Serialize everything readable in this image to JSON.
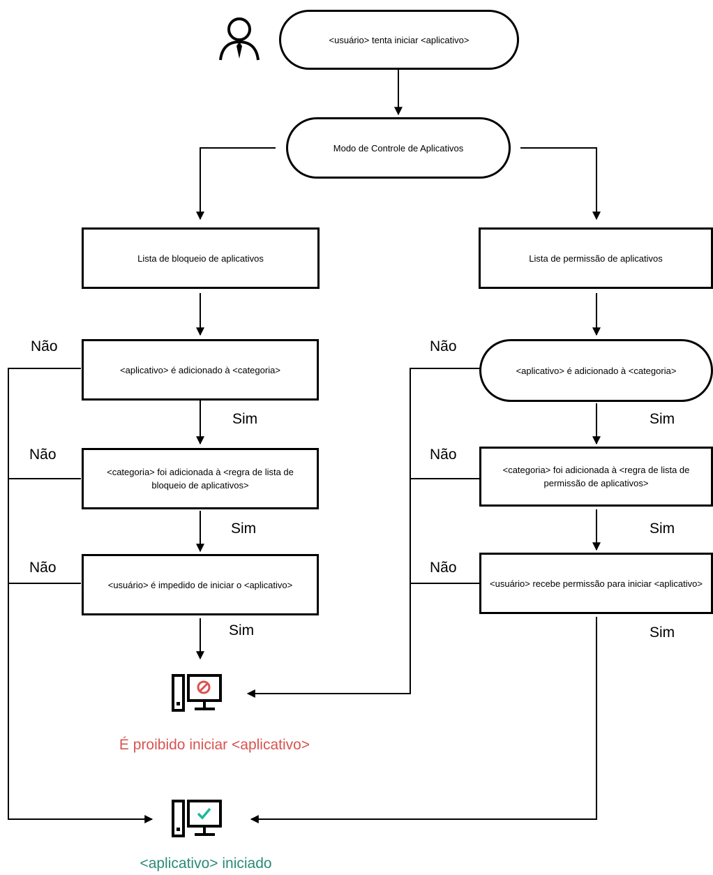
{
  "nodes": {
    "start": "<usuário> tenta iniciar <aplicativo>",
    "mode": "Modo de Controle de Aplicativos",
    "deny_list": "Lista de bloqueio de aplicativos",
    "allow_list": "Lista de permissão de aplicativos",
    "left_q1": "<aplicativo> é adicionado à <categoria>",
    "left_q2": "<categoria> foi adicionada à <regra de lista de bloqueio de aplicativos>",
    "left_q3": "<usuário> é impedido de iniciar o <aplicativo>",
    "right_q1": "<aplicativo> é adicionado à <categoria>",
    "right_q2": "<categoria> foi adicionada à <regra de lista de permissão de aplicativos>",
    "right_q3": "<usuário> recebe permissão para iniciar <aplicativo>"
  },
  "labels": {
    "yes": "Sim",
    "no": "Não"
  },
  "outcomes": {
    "blocked": "É proibido iniciar <aplicativo>",
    "started": "<aplicativo> iniciado"
  },
  "icons": {
    "user": "user-icon",
    "blocked": "computer-blocked-icon",
    "started": "computer-allowed-icon"
  },
  "colors": {
    "blocked": "#d9534f",
    "started": "#2a8a76",
    "check": "#1fb89a"
  }
}
